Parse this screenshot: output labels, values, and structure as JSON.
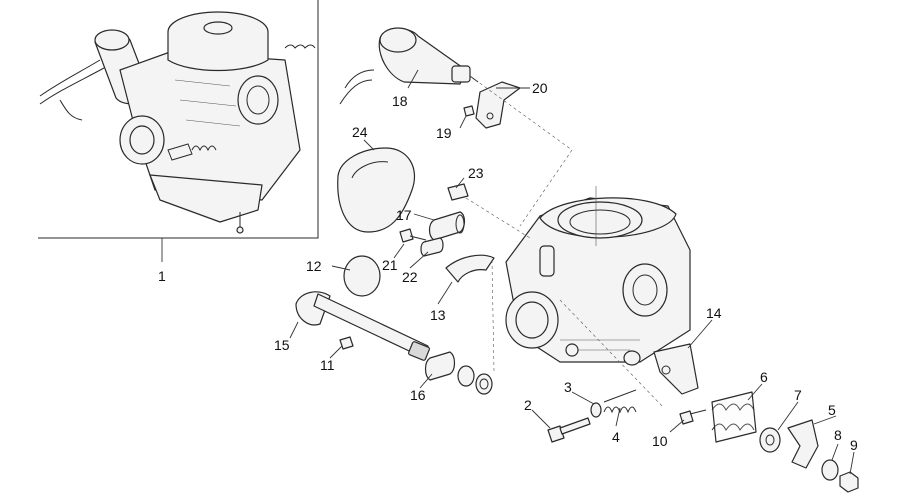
{
  "callouts": [
    {
      "id": "c1",
      "text": "1"
    },
    {
      "id": "c2",
      "text": "2"
    },
    {
      "id": "c3",
      "text": "3"
    },
    {
      "id": "c4",
      "text": "4"
    },
    {
      "id": "c5",
      "text": "5"
    },
    {
      "id": "c6",
      "text": "6"
    },
    {
      "id": "c7",
      "text": "7"
    },
    {
      "id": "c8",
      "text": "8"
    },
    {
      "id": "c9",
      "text": "9"
    },
    {
      "id": "c10",
      "text": "10"
    },
    {
      "id": "c11",
      "text": "11"
    },
    {
      "id": "c12",
      "text": "12"
    },
    {
      "id": "c13",
      "text": "13"
    },
    {
      "id": "c14",
      "text": "14"
    },
    {
      "id": "c15",
      "text": "15"
    },
    {
      "id": "c16",
      "text": "16"
    },
    {
      "id": "c17",
      "text": "17"
    },
    {
      "id": "c18",
      "text": "18"
    },
    {
      "id": "c19",
      "text": "19"
    },
    {
      "id": "c20",
      "text": "20"
    },
    {
      "id": "c21",
      "text": "21"
    },
    {
      "id": "c22",
      "text": "22"
    },
    {
      "id": "c23",
      "text": "23"
    },
    {
      "id": "c24",
      "text": "24"
    }
  ]
}
